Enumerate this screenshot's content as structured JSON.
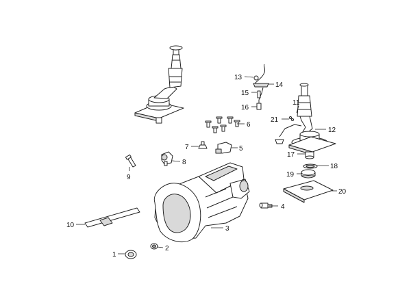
{
  "callouts": {
    "c1": "1",
    "c2": "2",
    "c3": "3",
    "c4": "4",
    "c5": "5",
    "c6": "6",
    "c7": "7",
    "c8": "8",
    "c9": "9",
    "c10": "10",
    "c11": "11",
    "c12": "12",
    "c13": "13",
    "c14": "14",
    "c15": "15",
    "c16": "16",
    "c17": "17",
    "c18": "18",
    "c19": "19",
    "c20": "20",
    "c21": "21"
  },
  "colors": {
    "line": "#222222",
    "shade": "#d9d9d9",
    "background": "#ffffff"
  }
}
